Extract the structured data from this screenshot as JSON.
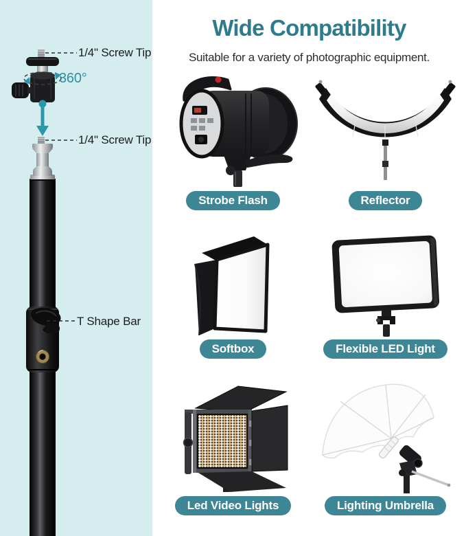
{
  "left_panel": {
    "labels": {
      "screw_tip_top": "1/4\" Screw Tip",
      "rotation": "360°",
      "screw_tip_bottom": "1/4\" Screw Tip",
      "t_bar": "T Shape Bar"
    }
  },
  "header": {
    "title": "Wide Compatibility",
    "subtitle": "Suitable for a variety of photographic equipment."
  },
  "items": [
    {
      "label": "Strobe Flash",
      "icon": "strobe-flash-illustration"
    },
    {
      "label": "Reflector",
      "icon": "reflector-illustration"
    },
    {
      "label": "Softbox",
      "icon": "softbox-illustration"
    },
    {
      "label": "Flexible LED Light",
      "icon": "flexible-led-illustration"
    },
    {
      "label": "Led Video Lights",
      "icon": "led-video-light-illustration"
    },
    {
      "label": "Lighting Umbrella",
      "icon": "lighting-umbrella-illustration"
    }
  ],
  "colors": {
    "accent_teal": "#2e8fa0",
    "title": "#2d7c8e",
    "pill": "#3d8695",
    "arrow": "#2b98aa",
    "left_background": "#d5edef"
  }
}
